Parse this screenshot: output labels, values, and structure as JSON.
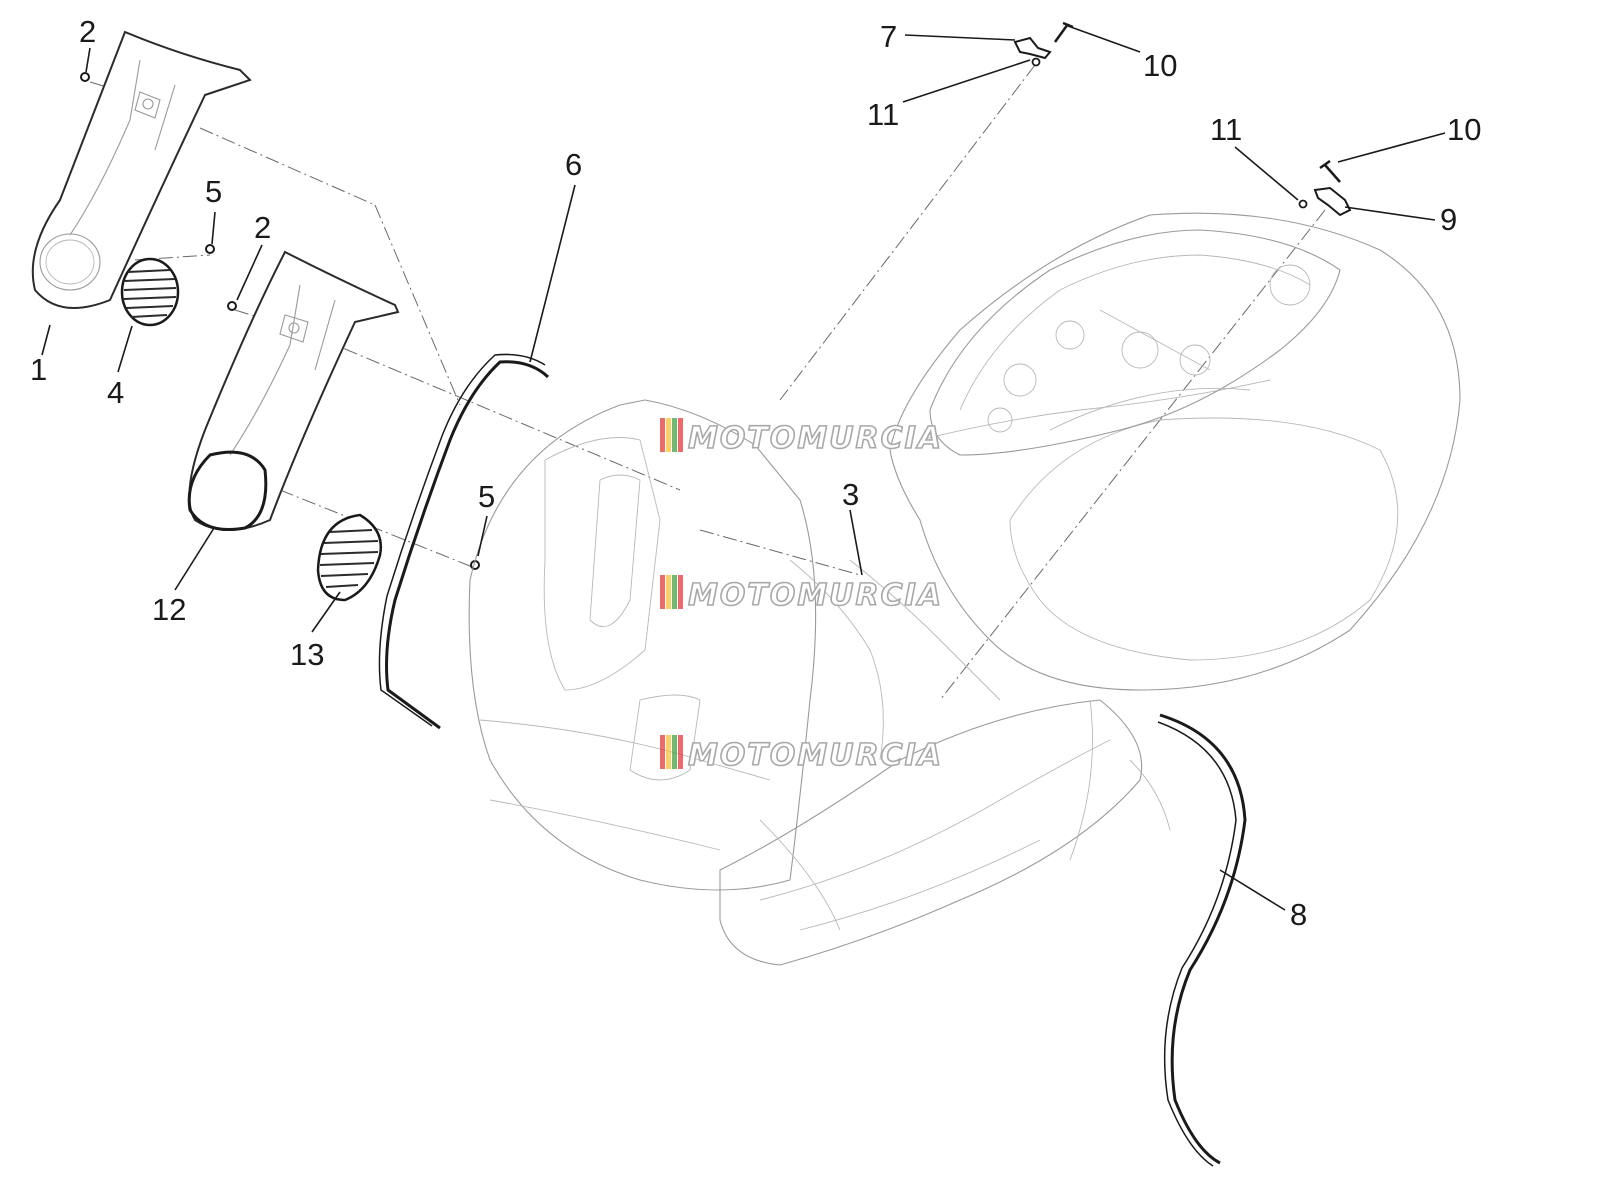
{
  "diagram": {
    "callouts": [
      {
        "id": "c1",
        "label": "1"
      },
      {
        "id": "c2a",
        "label": "2"
      },
      {
        "id": "c2b",
        "label": "2"
      },
      {
        "id": "c3",
        "label": "3"
      },
      {
        "id": "c4",
        "label": "4"
      },
      {
        "id": "c5a",
        "label": "5"
      },
      {
        "id": "c5b",
        "label": "5"
      },
      {
        "id": "c6",
        "label": "6"
      },
      {
        "id": "c7",
        "label": "7"
      },
      {
        "id": "c8",
        "label": "8"
      },
      {
        "id": "c9",
        "label": "9"
      },
      {
        "id": "c10a",
        "label": "10"
      },
      {
        "id": "c10b",
        "label": "10"
      },
      {
        "id": "c11a",
        "label": "11"
      },
      {
        "id": "c11b",
        "label": "11"
      },
      {
        "id": "c12",
        "label": "12"
      },
      {
        "id": "c13",
        "label": "13"
      }
    ]
  },
  "watermark": {
    "text": "MOTOMURCIA",
    "colors": [
      "#e53935",
      "#fbc02d",
      "#43a047"
    ]
  }
}
